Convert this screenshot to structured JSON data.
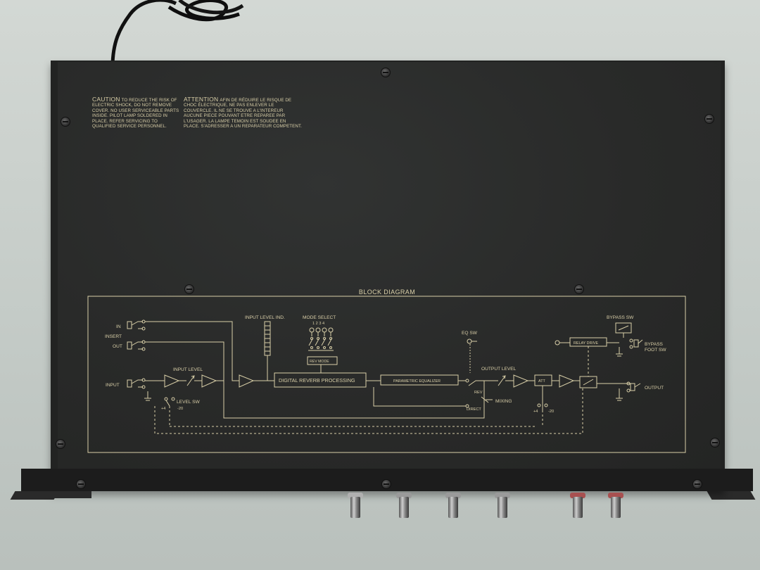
{
  "caution": {
    "heading": "CAUTION",
    "body_lines": [
      "TO REDUCE THE RISK OF",
      "ELECTRIC SHOCK, DO NOT REMOVE",
      "COVER.  NO USER SERVICEABLE PARTS",
      "INSIDE.  PILOT LAMP SOLDERED IN",
      "PLACE.  REFER SERVICING TO",
      "QUALIFIED SERVICE PERSONNEL."
    ]
  },
  "attention": {
    "heading": "ATTENTION",
    "body_lines": [
      "AFIN DE RÉDUIRE LE RISQUE DE",
      "CHOC ÉLECTRIQUE, NE PAS ENLEVER LE",
      "COUVERCLE. IL NE SE TROUVE A L'INTEREUR",
      "AUCUNE PIECE POUVANT ETRE REPAREE PAR",
      "L'USAGER. LA LAMPE TEMOIN EST SOUDEE EN",
      "PLACE. S'ADRESSER A UN REPARATEUR COMPETENT."
    ]
  },
  "block_diagram": {
    "title": "BLOCK DIAGRAM",
    "labels": {
      "in": "IN",
      "insert": "INSERT",
      "out": "OUT",
      "input": "INPUT",
      "input_level": "INPUT LEVEL",
      "level_sw": "LEVEL SW",
      "plus4_left": "+4",
      "minus20_left": "-20",
      "input_level_ind": "INPUT LEVEL IND.",
      "mode_select": "MODE SELECT",
      "mode_numbers": "1 2 3 4",
      "rev_mode": "REV MODE",
      "digital_reverb": "DIGITAL REVERB PROCESSING",
      "parametric_eq": "PARAMETRIC EQUALIZER",
      "eq_sw": "EQ SW",
      "rev": "REV",
      "direct": "DIRECT",
      "mixing": "MIXING",
      "output_level": "OUTPUT LEVEL",
      "att": "ATT",
      "plus4_right": "+4",
      "minus20_right": "-20",
      "relay_drive": "RELAY DRIVE",
      "bypass_sw": "BYPASS SW",
      "bypass_foot_sw_1": "BYPASS",
      "bypass_foot_sw_2": "FOOT SW",
      "output": "OUTPUT"
    }
  },
  "colors": {
    "panel": "#2a2b2a",
    "print": "#d9cfa8",
    "wall": "#c9cfcb"
  }
}
